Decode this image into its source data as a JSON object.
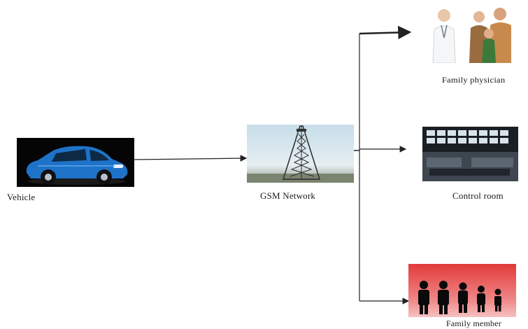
{
  "nodes": {
    "vehicle": {
      "label": "Vehicle",
      "icon": "car-icon"
    },
    "gsm": {
      "label": "GSM Network",
      "icon": "cell-tower-icon"
    },
    "physician": {
      "label": "Family physician",
      "icon": "doctor-family-icon"
    },
    "control": {
      "label": "Control room",
      "icon": "control-room-icon"
    },
    "member": {
      "label": "Family member",
      "icon": "family-silhouette-icon"
    }
  },
  "colors": {
    "car_body": "#1e73c8",
    "sky": "#cfe3f0",
    "red_banner": "#e23a3a",
    "line": "#222222"
  }
}
